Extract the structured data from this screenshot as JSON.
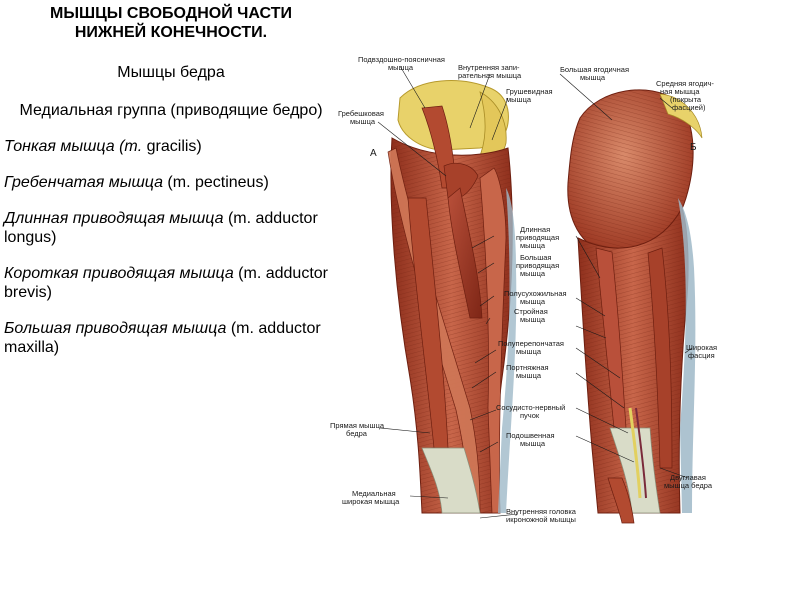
{
  "slide": {
    "title_line1": "МЫШЦЫ СВОБОДНОЙ ЧАСТИ",
    "title_line2": "НИЖНЕЙ КОНЕЧНОСТИ.",
    "subtitle": "Мышцы бедра",
    "group_heading": "Медиальная группа (приводящие бедро)",
    "muscles": [
      {
        "italic": "Тонкая мышца (m.",
        "plain": " gracilis)"
      },
      {
        "italic": "Гребенчатая мышца",
        "plain": " (m. pectineus)"
      },
      {
        "italic": "Длинная приводящая мышца",
        "plain": " (m. adductor longus)"
      },
      {
        "italic": "Короткая приводящая мышца",
        "plain": " (m. adductor brevis)"
      },
      {
        "italic": "Большая приводящая мышца",
        "plain": " (m. adductor maxilla)"
      }
    ]
  },
  "figure": {
    "panel_a": "А",
    "panel_b": "Б",
    "labels": {
      "iliopsoas_1": "Подвздошно-поясничная",
      "iliopsoas_2": "мышца",
      "internal_obt_1": "Внутренняя запи-",
      "internal_obt_2": "рательная мышца",
      "gluteus_max": "Большая ягодичная",
      "gluteus_max_2": "мышца",
      "piriformis_1": "Грушевидная",
      "piriformis_2": "мышца",
      "gluteus_med_1": "Средняя ягодич-",
      "gluteus_med_2": "ная мышца",
      "gluteus_med_3": "(покрыта",
      "gluteus_med_4": "фасцией)",
      "pectineus_1": "Гребешковая",
      "pectineus_2": "мышца",
      "add_long_1": "Длинная",
      "add_long_2": "приводящая",
      "add_long_3": "мышца",
      "add_mag_1": "Большая",
      "add_mag_2": "приводящая",
      "add_mag_3": "мышца",
      "semitend_1": "Полусухожильная",
      "semitend_2": "мышца",
      "gracilis_1": "Стройная",
      "gracilis_2": "мышца",
      "semimem_1": "Полуперепончатая",
      "semimem_2": "мышца",
      "sartorius_1": "Портняжная",
      "sartorius_2": "мышца",
      "fascia_1": "Широкая",
      "fascia_2": "фасция",
      "neurovasc_1": "Сосудисто-нервный",
      "neurovasc_2": "пучок",
      "plantaris_1": "Подошвенная",
      "plantaris_2": "мышца",
      "rectus_1": "Прямая мышца",
      "rectus_2": "бедра",
      "biceps_1": "Двуглавая",
      "biceps_2": "мышца бедра",
      "vastmed_1": "Медиальная",
      "vastmed_2": "широкая мышца",
      "gastro_1": "Внутренняя головка",
      "gastro_2": "икроножной мышцы"
    }
  },
  "colors": {
    "muscle_dark": "#9e3a24",
    "muscle_mid": "#c25b3a",
    "muscle_light": "#d98a6a",
    "bone_yellow": "#e8d26a",
    "tendon": "#d9dcc8",
    "fascia_blue": "#9fb9c8"
  }
}
